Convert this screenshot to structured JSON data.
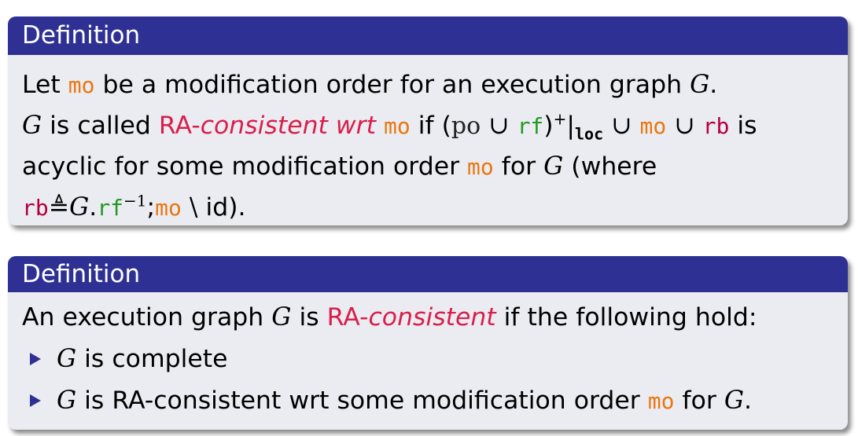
{
  "blocks": [
    {
      "header": "Definition",
      "line1": {
        "t1": "Let ",
        "mo": "mo",
        "t2": " be a modification order for an execution graph ",
        "G": "G",
        "t3": "."
      },
      "line2": {
        "G": "G",
        "t1": " is called ",
        "ra": "RA-",
        "ra_it": "consistent wrt",
        "sp": " ",
        "mo": "mo",
        "t2": " if (",
        "po": "po",
        "union1": " ∪ ",
        "rf": "rf",
        "close": ")",
        "plus": "+",
        "bar": "|",
        "loc": "loc",
        "union2": " ∪ ",
        "mo2": "mo",
        "union3": " ∪ ",
        "rb": "rb",
        "t3": " is"
      },
      "line3": {
        "t1": "acyclic for some modification order ",
        "mo": "mo",
        "t2": " for ",
        "G": "G",
        "t3": " (where"
      },
      "line4": {
        "rb": "rb",
        "defeq": " ≜ ",
        "G": "G",
        "dot": ".",
        "rf": "rf",
        "inv": "−1",
        "semi": ";",
        "mo": "mo",
        "setminus": " \\ ",
        "id": "id",
        "t1": ")."
      }
    },
    {
      "header": "Definition",
      "line1": {
        "t1": "An execution graph ",
        "G": "G",
        "t2": " is ",
        "ra": "RA-",
        "ra_it": "consistent",
        "t3": " if the following hold:"
      },
      "items": [
        {
          "G": "G",
          "t1": " is complete"
        },
        {
          "G": "G",
          "t1": " is RA-consistent wrt some modification order ",
          "mo": "mo",
          "t2": " for ",
          "G2": "G",
          "t3": "."
        }
      ]
    }
  ],
  "colors": {
    "header_bg": "#2e3193",
    "body_bg": "#ebebf2",
    "mo": "#e8770e",
    "rf": "#1f9a1f",
    "rb": "#b3003b",
    "ra": "#d81f4a"
  }
}
